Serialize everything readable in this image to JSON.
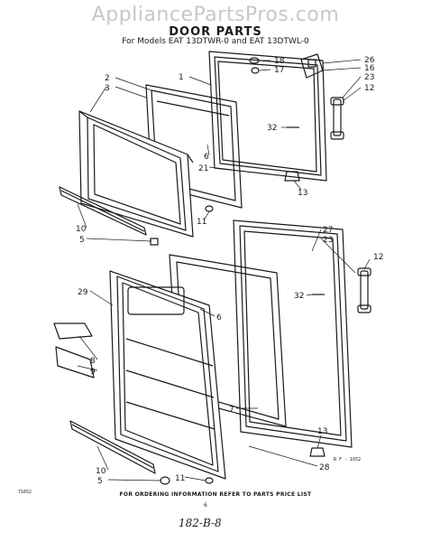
{
  "watermark": "AppliancePartsPros.com",
  "title": "DOOR PARTS",
  "subtitle": "For Models EAT 13DTWR-0 and EAT 13DTWL-0",
  "callouts": {
    "n1": "1",
    "n18": "18",
    "n17": "17",
    "n26": "26",
    "n16": "16",
    "n23a": "23",
    "n12a": "12",
    "n2": "2",
    "n3": "3",
    "n32a": "32",
    "n6a": "6",
    "n21": "21",
    "n13a": "13",
    "n11a": "11",
    "n10a": "10",
    "n5a": "5",
    "n27": "27",
    "n23b": "23",
    "n12b": "12",
    "n29": "29",
    "n32b": "32",
    "n6b": "6",
    "n8": "8",
    "n9": "9",
    "n7": "7",
    "n13b": "13",
    "n28": "28",
    "n10b": "10",
    "n5b": "5",
    "n11b": "11"
  },
  "fig_code": "R F - 1652",
  "left_code": "71652",
  "footer_note": "FOR ORDERING INFORMATION REFER TO PARTS PRICE LIST",
  "page_number": "6",
  "handwritten": "182-B-8"
}
